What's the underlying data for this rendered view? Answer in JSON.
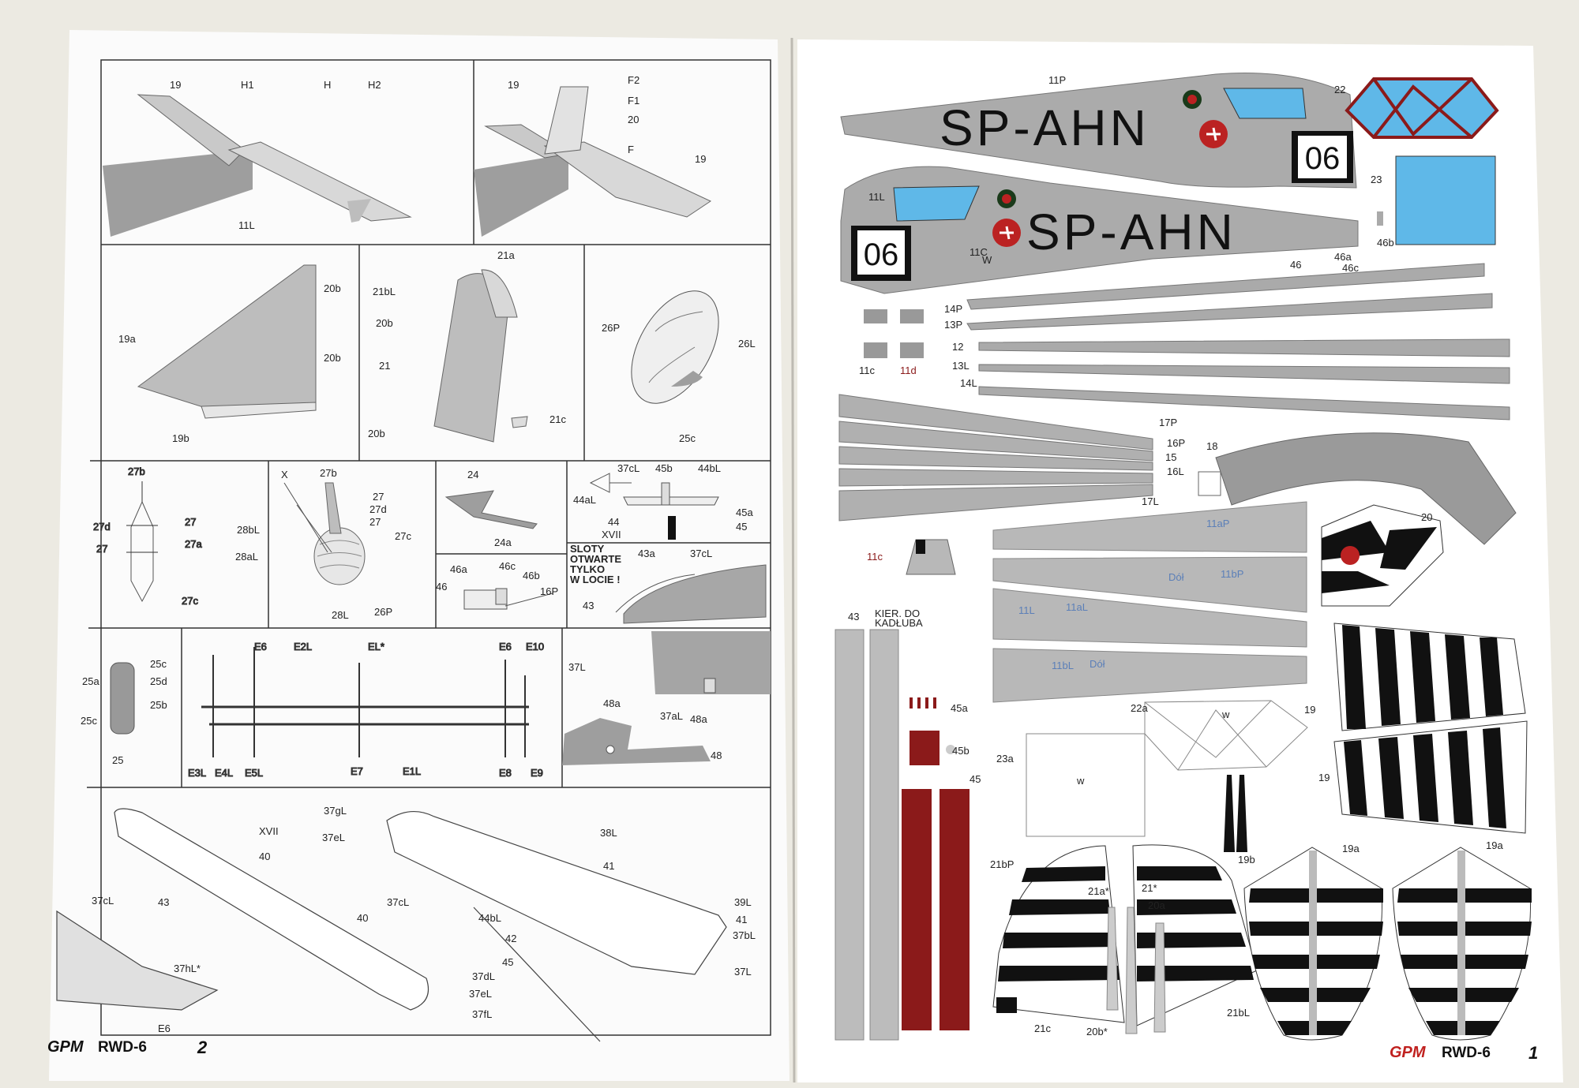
{
  "left_page": {
    "brand": "GPM",
    "model": "RWD-6",
    "page_number": "2",
    "panels": [
      {
        "labels": [
          "19",
          "H1",
          "H",
          "H2",
          "11L"
        ]
      },
      {
        "labels": [
          "19",
          "F2",
          "F1",
          "20",
          "F",
          "19"
        ]
      },
      {
        "labels": [
          "20b",
          "19a",
          "20b",
          "19b"
        ]
      },
      {
        "labels": [
          "21a",
          "21bL",
          "20b",
          "21",
          "20b",
          "21c"
        ]
      },
      {
        "labels": [
          "26P",
          "26L",
          "25c"
        ]
      },
      {
        "labels": [
          "27b",
          "27d",
          "27",
          "27",
          "27a",
          "27c"
        ]
      },
      {
        "labels": [
          "X",
          "27b",
          "27",
          "27d",
          "27",
          "27c",
          "28bL",
          "28aL",
          "28L",
          "26P"
        ]
      },
      {
        "labels": [
          "24",
          "24a"
        ]
      },
      {
        "labels": [
          "37cL",
          "45b",
          "44bL",
          "44aL",
          "45a",
          "44",
          "XVII",
          "45"
        ]
      },
      {
        "labels": [
          "46a",
          "46c",
          "46b",
          "46",
          "16P"
        ]
      },
      {
        "labels": [
          "SLOTY",
          "OTWARTE",
          "TYLKO",
          "W LOCIE !",
          "43a",
          "37cL",
          "43"
        ]
      },
      {
        "labels": [
          "25c",
          "25a",
          "25d",
          "25b",
          "25c",
          "25"
        ]
      },
      {
        "labels": [
          "E6",
          "E2L",
          "EL*",
          "E6",
          "E10",
          "E3L",
          "E4L",
          "E5L",
          "E7",
          "E1L",
          "E8",
          "E9"
        ]
      },
      {
        "labels": [
          "37L",
          "37aL",
          "48a",
          "48a",
          "48"
        ]
      },
      {
        "labels": [
          "37gL",
          "37eL",
          "38L",
          "XVII",
          "40",
          "41",
          "37cL",
          "43",
          "37cL",
          "40",
          "39L",
          "44bL",
          "41",
          "42",
          "37bL",
          "45",
          "37L",
          "37hL*",
          "37dL",
          "37eL",
          "37fL",
          "E6"
        ]
      }
    ]
  },
  "right_page": {
    "brand": "GPM",
    "model": "RWD-6",
    "page_number": "1",
    "registration": "SP-AHN",
    "fuselage_number": "06",
    "part_labels": [
      "11P",
      "11L",
      "11C",
      "W",
      "22",
      "23",
      "46b",
      "46",
      "46a",
      "46c",
      "14P",
      "13P",
      "12",
      "13L",
      "14L",
      "11c",
      "11d",
      "17P",
      "16P",
      "15",
      "16L",
      "17L",
      "18",
      "11aP",
      "Dół",
      "11bP",
      "11L",
      "11aL",
      "11bL",
      "Dół",
      "11c",
      "20",
      "19",
      "19",
      "43",
      "KIER. DO",
      "KADŁUBA",
      "45a",
      "45b",
      "45",
      "22a",
      "w",
      "23a",
      "w",
      "21bP",
      "21a*",
      "21*",
      "20a",
      "19b",
      "19a",
      "19a",
      "21bL",
      "21c",
      "20b*"
    ]
  },
  "colors": {
    "gray": "#a9a9a9",
    "light_blue": "#5fb8e8",
    "red": "#8b1a1a",
    "black": "#111111",
    "page": "#ffffff"
  }
}
